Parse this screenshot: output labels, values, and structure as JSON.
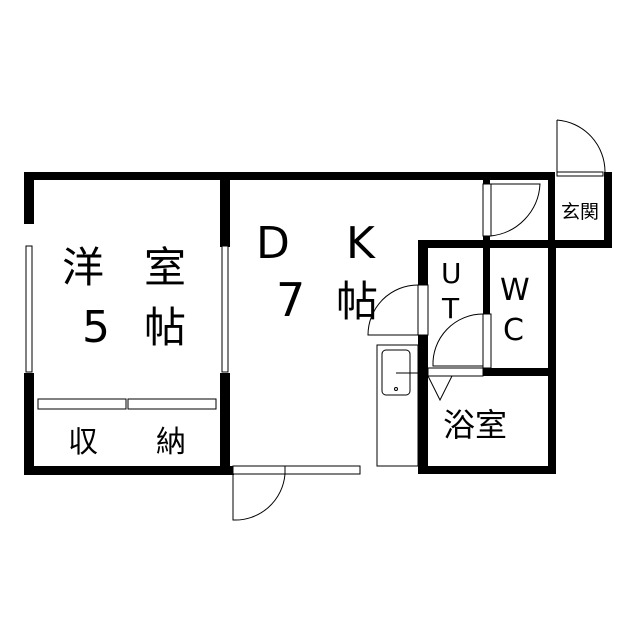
{
  "rooms": {
    "western": {
      "name_1": "洋",
      "name_2": "室",
      "size_num": "5",
      "size_unit": "帖"
    },
    "closet": {
      "name_1": "収",
      "name_2": "納"
    },
    "dk": {
      "name_1": "D",
      "name_2": "K",
      "size_num": "7",
      "size_unit": "帖"
    },
    "ut": {
      "name_1": "U",
      "name_2": "T"
    },
    "wc": {
      "name_1": "W",
      "name_2": "C"
    },
    "bath": {
      "name": "浴室"
    },
    "entrance": {
      "name": "玄関"
    }
  },
  "colors": {
    "wall": "#000000",
    "background": "#ffffff"
  }
}
